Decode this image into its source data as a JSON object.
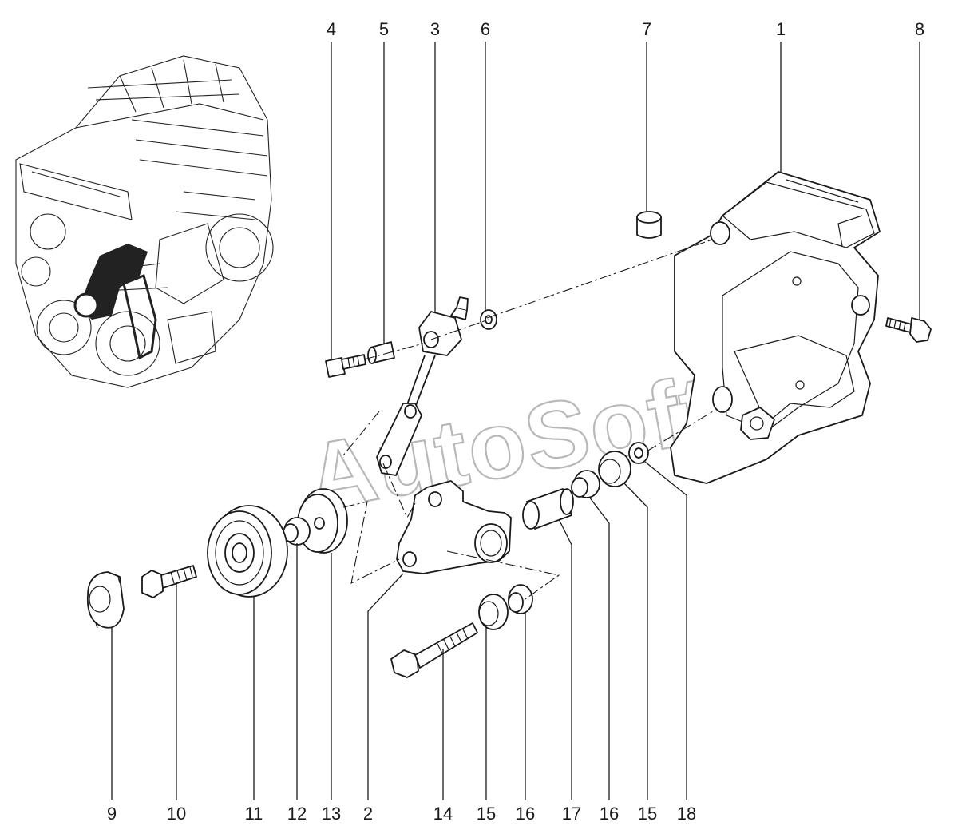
{
  "watermark": {
    "text": "AutoSoft"
  },
  "callouts_top": [
    "4",
    "5",
    "3",
    "6",
    "7",
    "1",
    "8"
  ],
  "callouts_bottom": [
    "9",
    "10",
    "11",
    "12",
    "13",
    "2",
    "14",
    "15",
    "16",
    "17",
    "16",
    "15",
    "18"
  ]
}
